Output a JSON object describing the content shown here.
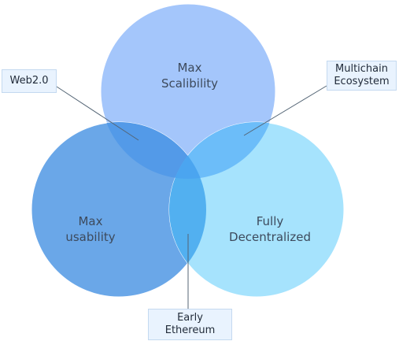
{
  "colors": {
    "top_circle": "#a4c6fb",
    "left_circle": "#6aa7e8",
    "right_circle": "#a6e3fd",
    "overlap_top_left": "#539ae8",
    "overlap_top_right": "#6cbdf9",
    "overlap_left_right": "#52b0f0",
    "center": "#4ba5f0",
    "leader_line": "#546575",
    "callout_bg": "#e9f3fe"
  },
  "circles": {
    "top": {
      "line1": "Max",
      "line2": "Scalibility"
    },
    "left": {
      "line1": "Max",
      "line2": "usability"
    },
    "right": {
      "line1": "Fully",
      "line2": "Decentralized"
    }
  },
  "callouts": {
    "web2": {
      "line1": "Web2.0"
    },
    "multichain": {
      "line1": "Multichain",
      "line2": "Ecosystem"
    },
    "early": {
      "line1": "Early",
      "line2": "Ethereum"
    }
  }
}
